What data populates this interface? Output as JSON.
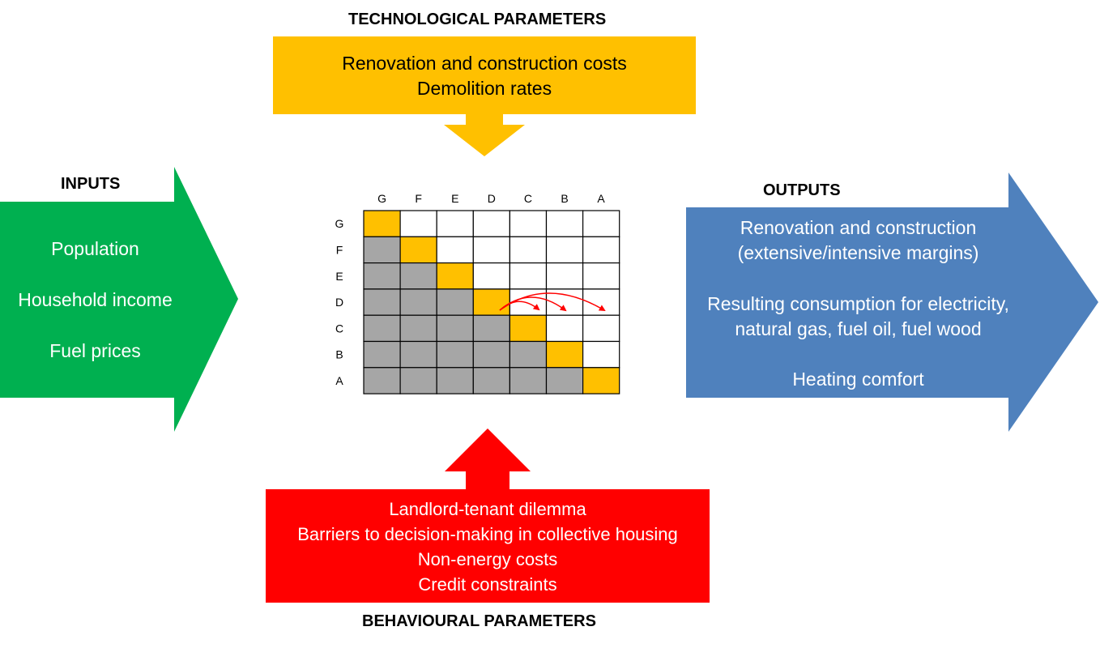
{
  "colors": {
    "technological": "#ffc000",
    "inputs": "#00b050",
    "outputs": "#4f81bd",
    "behavioural": "#ff0000",
    "grid_filled": "#a6a6a6",
    "grid_diagonal": "#ffc000",
    "grid_empty": "#ffffff",
    "transition_arrows": "#ff0000"
  },
  "technological": {
    "heading": "TECHNOLOGICAL PARAMETERS",
    "items": [
      "Renovation and construction costs",
      "Demolition rates"
    ]
  },
  "inputs": {
    "heading": "INPUTS",
    "items": [
      "Population",
      "Household income",
      "Fuel prices"
    ]
  },
  "outputs": {
    "heading": "OUTPUTS",
    "lines": [
      "Renovation and construction",
      "(extensive/intensive margins)",
      "Resulting consumption for electricity,",
      "natural gas, fuel oil, fuel wood",
      "Heating comfort"
    ]
  },
  "behavioural": {
    "heading": "BEHAVIOURAL PARAMETERS",
    "items": [
      "Landlord-tenant dilemma",
      "Barriers to decision-making in collective housing",
      "Non-energy costs",
      "Credit constraints"
    ]
  },
  "matrix": {
    "column_labels": [
      "G",
      "F",
      "E",
      "D",
      "C",
      "B",
      "A"
    ],
    "row_labels": [
      "G",
      "F",
      "E",
      "D",
      "C",
      "B",
      "A"
    ]
  }
}
